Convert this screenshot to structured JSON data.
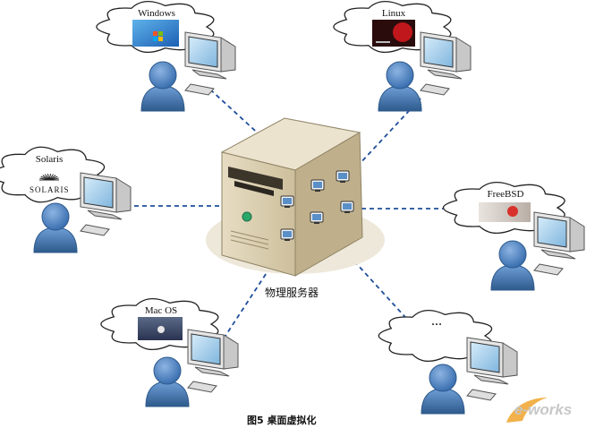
{
  "server": {
    "label": "物理服务器"
  },
  "caption": {
    "text": "图5    桌面虚拟化"
  },
  "watermark": {
    "text": "e-works"
  },
  "clients": [
    {
      "id": "windows",
      "label": "Windows"
    },
    {
      "id": "linux",
      "label": "Linux"
    },
    {
      "id": "solaris",
      "label": "Solaris",
      "sublabel": "SOLARIS"
    },
    {
      "id": "freebsd",
      "label": "FreeBSD"
    },
    {
      "id": "macos",
      "label": "Mac OS"
    },
    {
      "id": "more",
      "label": "..."
    }
  ],
  "colors": {
    "link": "#1f4e9b",
    "person": "#4f81bd",
    "person_dark": "#2e5a8c",
    "monitor": "#e6e6e6",
    "screen": "#a9d4ee",
    "server_body": "#d8ccb0",
    "server_shade": "#b3a582",
    "shadow": "#ece6d8"
  }
}
